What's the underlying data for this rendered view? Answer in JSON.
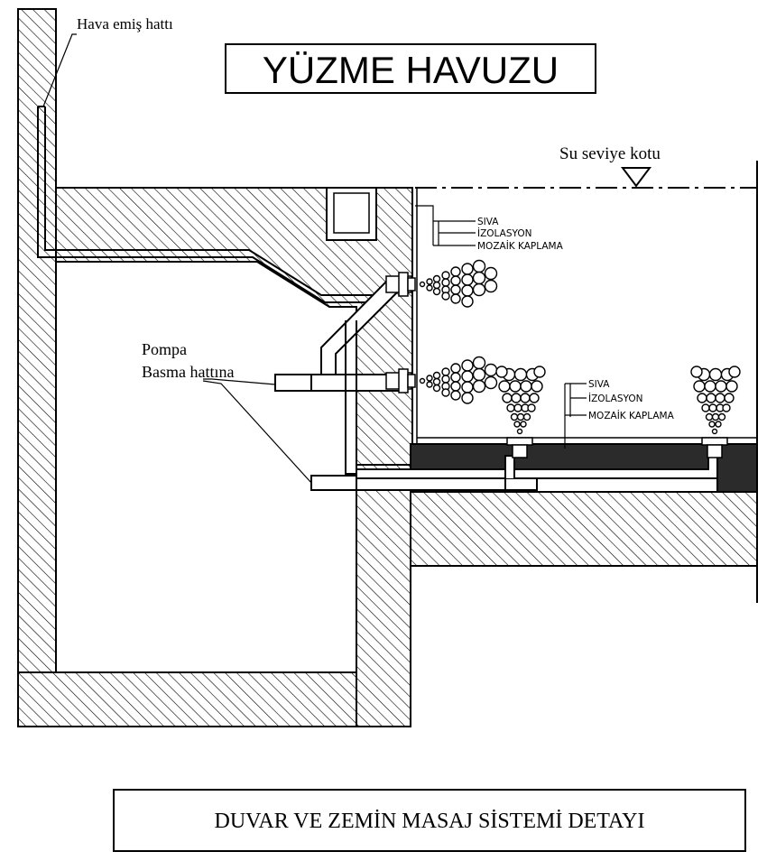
{
  "title": "YÜZME HAVUZU",
  "caption": "DUVAR VE ZEMİN MASAJ SİSTEMİ DETAYI",
  "labels": {
    "air_suction": "Hava emiş hattı",
    "water_level": "Su seviye kotu",
    "pump_line_1": "Pompa",
    "pump_line_2": "Basma hattına"
  },
  "wall_layers": [
    "SIVA",
    "İZOLASYON",
    "MOZAİK KAPLAMA"
  ],
  "floor_layers": [
    "SIVA",
    "İZOLASYON",
    "MOZAİK KAPLAMA"
  ],
  "colors": {
    "ink": "#000000",
    "paper": "#ffffff",
    "floor_fill": "#2b2b2b"
  },
  "icons": [
    "water-level-triangle-icon",
    "air-bubble-icon"
  ]
}
